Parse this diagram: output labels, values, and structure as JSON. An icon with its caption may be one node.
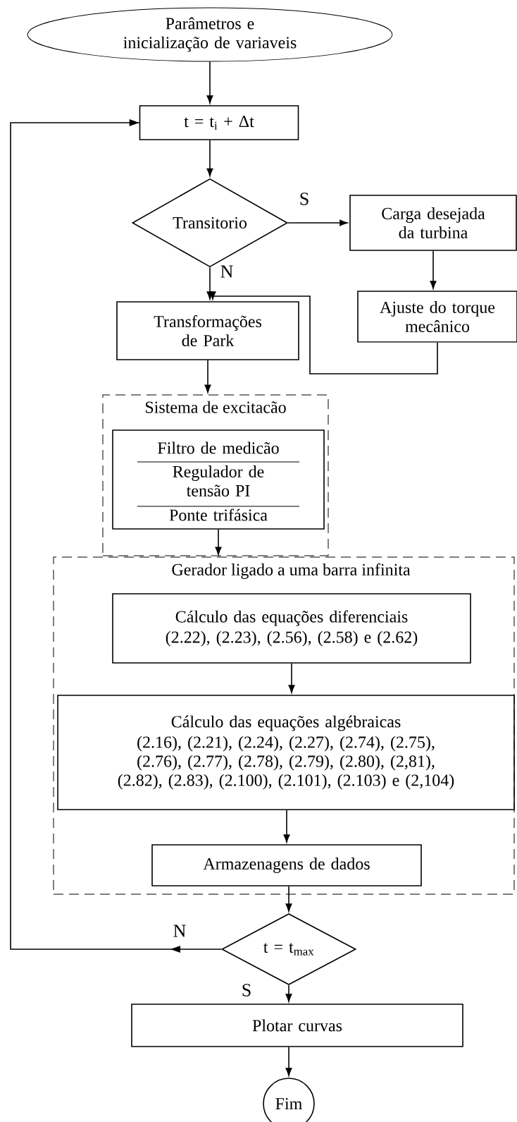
{
  "diagram": {
    "nodes": [
      {
        "text": [
          "Parâmetros e inicialização de variaveis"
        ]
      },
      {
        "text": [
          "t = t$_{i}$ + Δt"
        ]
      },
      {
        "text": [
          "Transitorio"
        ]
      },
      {
        "text": [
          "Carga desejada da turbina"
        ]
      },
      {
        "text": [
          "Ajuste do torque mecânico"
        ]
      },
      {
        "text": [
          "Transformações de Park"
        ]
      },
      {
        "text": [
          "Sistema de excitacão"
        ]
      },
      {
        "text": [
          "Filtro de medicão",
          "Regulador de tensão PI",
          "Ponte trifásica"
        ],
        "in": 6
      },
      {
        "text": [
          "Gerador ligado a uma barra infinita"
        ]
      },
      {
        "text": [
          "Cálculo das equações diferenciais",
          "(2.22), (2.23), (2.56), (2.58) e (2.62)"
        ],
        "in": 8
      },
      {
        "text": [
          "Cálculo das equações algébraicas",
          "(2.16), (2.21), (2.24), (2.27), (2.74), (2.75), (2.76), (2.77), (2.78), (2.79), (2.80), (2,81), (2.82), (2.83), (2.100), (2.101), (2.103) e (2,104)"
        ],
        "in": 8
      },
      {
        "text": [
          "Armazenagens de dados"
        ],
        "in": 8
      },
      {
        "text": [
          "t = t$_{max}$"
        ]
      },
      {
        "text": [
          "Plotar curvas"
        ]
      },
      {
        "text": [
          "Fim"
        ]
      }
    ],
    "edges": [
      {
        "from": 0,
        "to": 1,
        "arrow": "to"
      },
      {
        "from": 1,
        "to": 2,
        "arrow": "to"
      },
      {
        "from": 2,
        "to": 3,
        "arrow": "to",
        "label": "S"
      },
      {
        "from": 2,
        "to": 5,
        "arrow": "to",
        "label": "N"
      },
      {
        "from": 3,
        "to": 4,
        "arrow": "to"
      },
      {
        "from": 4,
        "to": 5,
        "arrow": "to"
      },
      {
        "from": 5,
        "to": 6,
        "arrow": "to"
      },
      {
        "from": 7,
        "to": 8,
        "arrow": "to"
      },
      {
        "from": 9,
        "to": 10,
        "arrow": "to"
      },
      {
        "from": 10,
        "to": 11,
        "arrow": "to"
      },
      {
        "from": 11,
        "to": 12,
        "arrow": "to"
      },
      {
        "from": 12,
        "to": 1,
        "arrow": "to",
        "label": "N"
      },
      {
        "from": 12,
        "to": 13,
        "arrow": "to",
        "label": "S"
      },
      {
        "from": 13,
        "to": 14,
        "arrow": "to"
      }
    ]
  }
}
